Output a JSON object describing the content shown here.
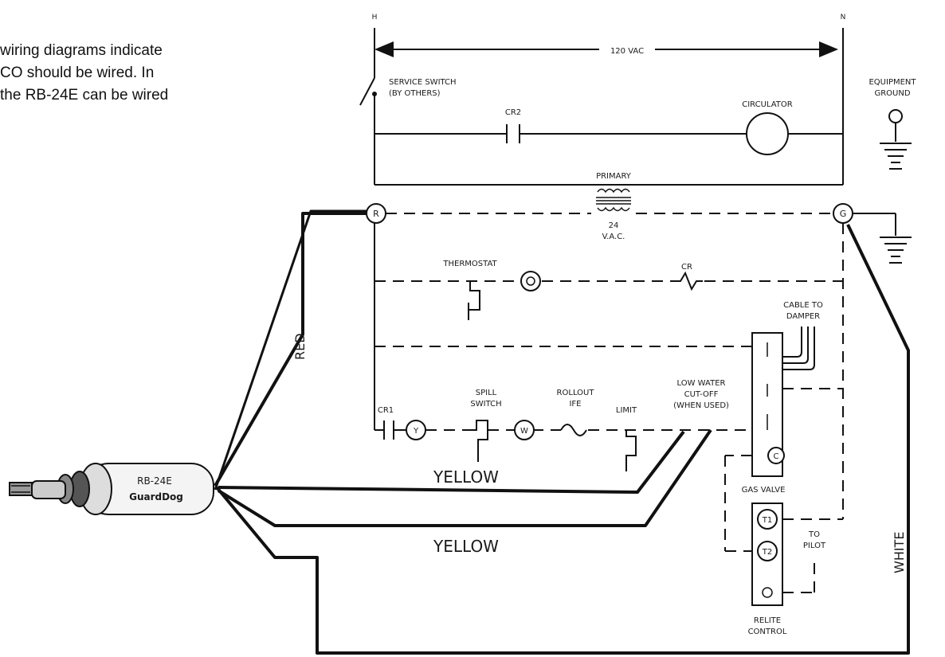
{
  "intro_text": {
    "line1": "wiring diagrams indicate",
    "line2": "CO should be wired. In",
    "line3": "the RB-24E can be wired"
  },
  "labels": {
    "h": "H",
    "n": "N",
    "vac_120": "120 VAC",
    "service_switch_1": "SERVICE SWITCH",
    "service_switch_2": "(BY OTHERS)",
    "equipment_ground_1": "EQUIPMENT",
    "equipment_ground_2": "GROUND",
    "cr2": "CR2",
    "circulator": "CIRCULATOR",
    "primary": "PRIMARY",
    "vac24_1": "24",
    "vac24_2": "V.A.C.",
    "terminal_r": "R",
    "terminal_g": "G",
    "thermostat": "THERMOSTAT",
    "cr": "CR",
    "cable_to_damper_1": "CABLE TO",
    "cable_to_damper_2": "DAMPER",
    "cr1": "CR1",
    "terminal_y": "Y",
    "terminal_w": "W",
    "spill_switch_1": "SPILL",
    "spill_switch_2": "SWITCH",
    "rollout_1": "ROLLOUT",
    "rollout_2": "IFE",
    "limit": "LIMIT",
    "low_water_1": "LOW WATER",
    "low_water_2": "CUT-OFF",
    "low_water_3": "(WHEN USED)",
    "terminal_c": "C",
    "gas_valve": "GAS VALVE",
    "t1": "T1",
    "t2": "T2",
    "to_pilot_1": "TO",
    "to_pilot_2": "PILOT",
    "relite_1": "RELITE",
    "relite_2": "CONTROL",
    "red": "RED",
    "white": "WHITE",
    "yellow_upper": "YELLOW",
    "yellow_lower": "YELLOW",
    "device_model": "RB-24E",
    "device_brand": "GuardDog"
  },
  "colors": {
    "line": "#111111",
    "device_fill": "#f4f4f4"
  }
}
